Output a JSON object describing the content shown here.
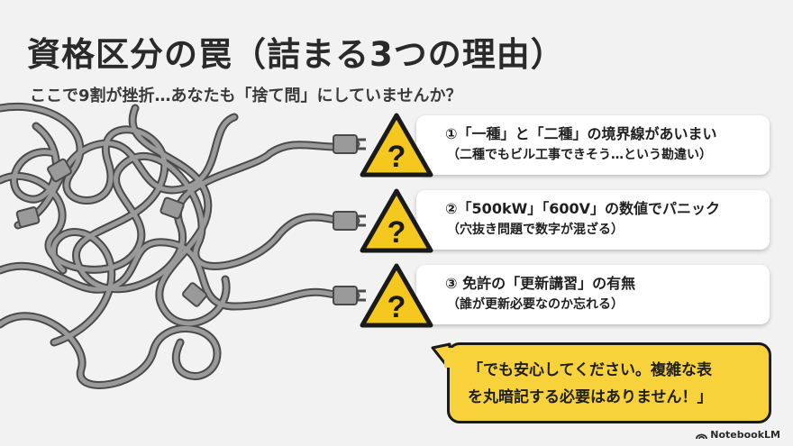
{
  "title": "資格区分の罠（詰まる3つの理由）",
  "subtitle": "ここで9割が挫折…あなたも「捨て問」にしていませんか？",
  "reasons": [
    {
      "main": "①「一種」と「二種」の境界線があいまい",
      "sub": "（二種でもビル工事できそう…という勘違い）"
    },
    {
      "main": "②「500kW」「600V」の数値でパニック",
      "sub": "（穴抜き問題で数字が混ざる）"
    },
    {
      "main": "③ 免許の「更新講習」の有無",
      "sub": "（誰が更新必要なのか忘れる）"
    }
  ],
  "warning_symbol": "?",
  "callout": {
    "line1": "「でも安心してください。複雑な表",
    "line2": "を丸暗記する必要はありません！」"
  },
  "brand": {
    "icon": "notebooklm-logo-icon",
    "label": "NotebookLM"
  },
  "colors": {
    "warning_yellow": "#f5c81f",
    "bubble_yellow": "#f7d23b",
    "cable_gray": "#8a8a8a"
  }
}
